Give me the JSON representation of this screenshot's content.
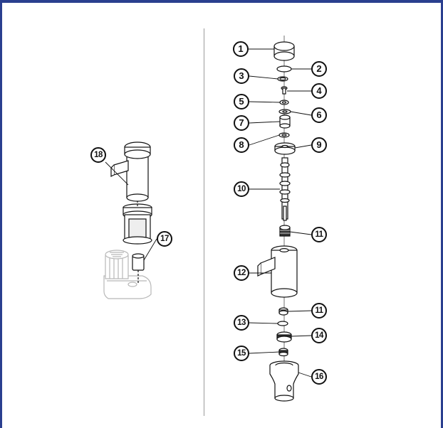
{
  "figure": {
    "callouts": {
      "c1": "1",
      "c2": "2",
      "c3": "3",
      "c4": "4",
      "c5": "5",
      "c6": "6",
      "c7": "7",
      "c8": "8",
      "c9": "9",
      "c10": "10",
      "c11a": "11",
      "c11b": "11",
      "c12": "12",
      "c13": "13",
      "c14": "14",
      "c15": "15",
      "c16": "16",
      "c17": "17",
      "c18": "18"
    },
    "colors": {
      "frame": "#2a3f8f",
      "ink": "#111111",
      "ghost": "#b8b8b8",
      "divider": "#9a9a9a"
    }
  }
}
